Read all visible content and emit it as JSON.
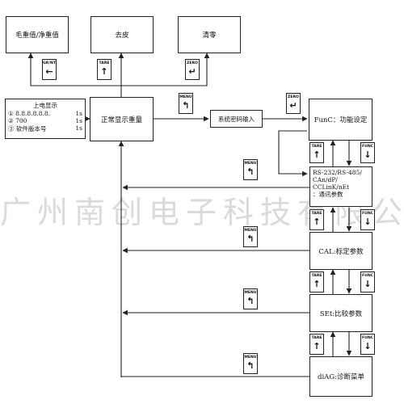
{
  "watermark": "广州南创电子科技有限公司",
  "boxes": {
    "gross_net": "毛重值/净重值",
    "tare": "去皮",
    "zero": "清零",
    "normal_display": "正常显示重量",
    "password": "系统密码输入",
    "func": "FunC：功能设定",
    "cal": "CAL:标定参数",
    "set": "SEt:比较参数",
    "diag": "diAG:诊断菜单"
  },
  "startup": {
    "title": "上电显示",
    "rows": [
      {
        "label": "① 8.8.8.8.8.8.",
        "time": "1s"
      },
      {
        "label": "② 700",
        "time": "1s"
      },
      {
        "label": "③ 软件版本号",
        "time": "1s"
      }
    ]
  },
  "comm": {
    "lines": [
      "RS-232/RS-485/",
      "CAn/dP/",
      "CCLinK/nEt",
      "：通讯参数"
    ]
  },
  "keys": {
    "grnt": {
      "label": "GR/NT",
      "icon": "←"
    },
    "tare": {
      "label": "TARE",
      "icon": "↑"
    },
    "zero": {
      "label": "ZERO",
      "icon": "↵"
    },
    "menu": {
      "label": "MENU",
      "icon": "↰"
    },
    "func": {
      "label": "FUNC",
      "icon": "↓"
    }
  }
}
